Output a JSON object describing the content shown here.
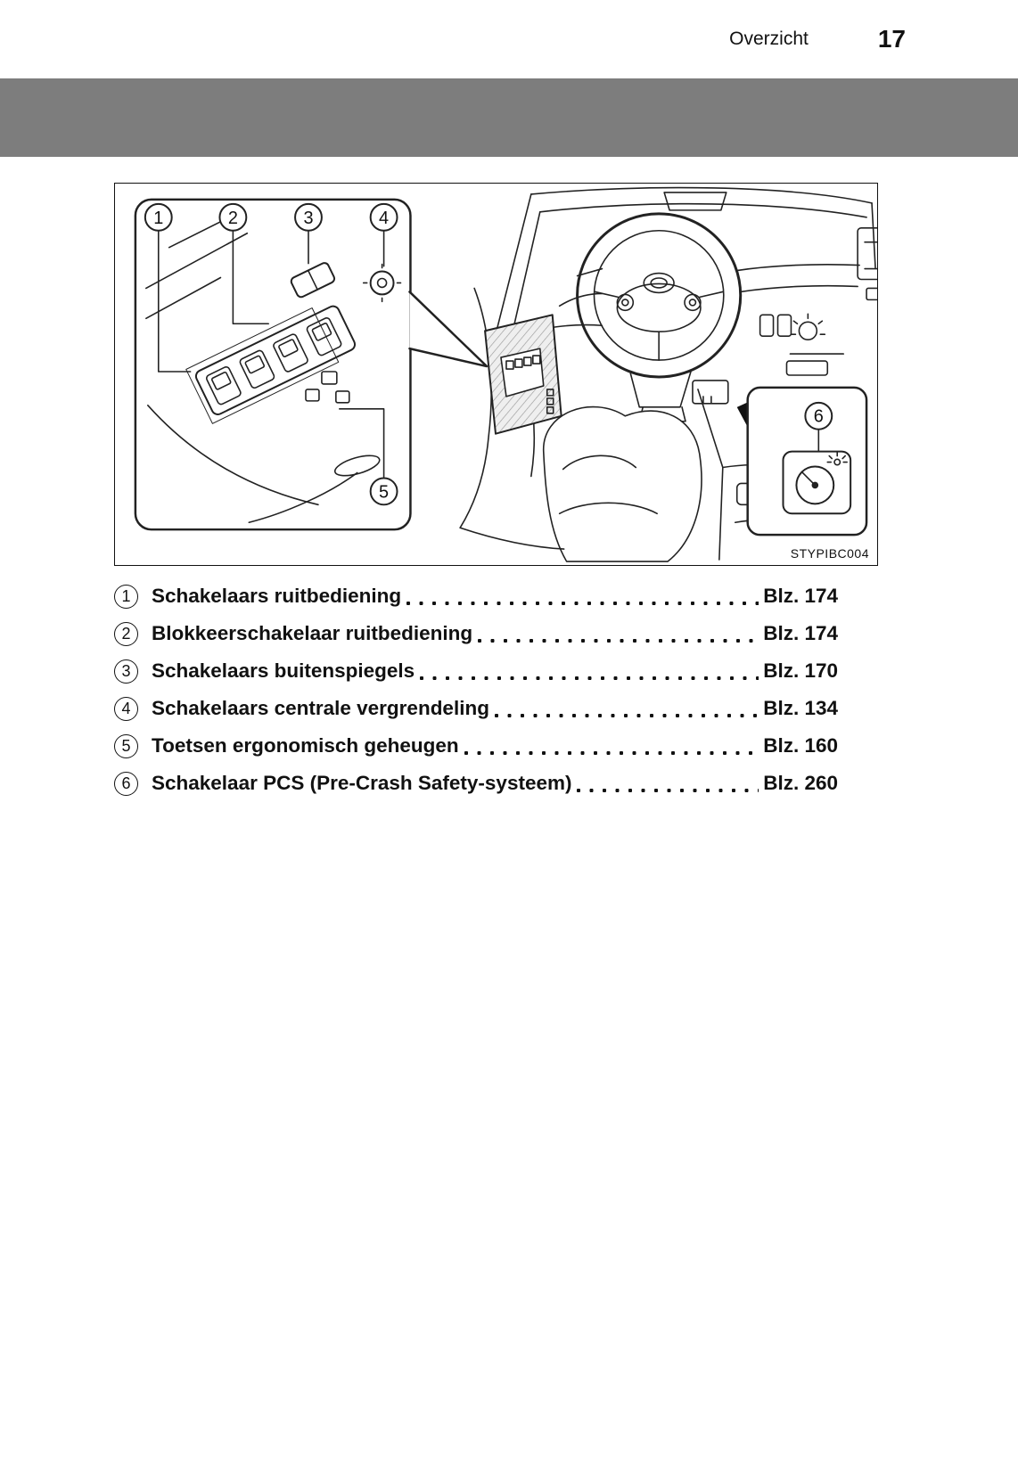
{
  "header": {
    "section_title": "Overzicht",
    "page_number": "17"
  },
  "figure": {
    "code": "STYPIBC004",
    "callouts": [
      "1",
      "2",
      "3",
      "4",
      "5",
      "6"
    ]
  },
  "legend": {
    "items": [
      {
        "num": "1",
        "label": "Schakelaars ruitbediening",
        "page": "Blz. 174"
      },
      {
        "num": "2",
        "label": "Blokkeerschakelaar ruitbediening",
        "page": "Blz. 174"
      },
      {
        "num": "3",
        "label": "Schakelaars buitenspiegels",
        "page": "Blz. 170"
      },
      {
        "num": "4",
        "label": "Schakelaars centrale vergrendeling",
        "page": "Blz. 134"
      },
      {
        "num": "5",
        "label": "Toetsen ergonomisch geheugen",
        "page": "Blz. 160"
      },
      {
        "num": "6",
        "label": "Schakelaar PCS (Pre-Crash Safety-systeem)",
        "page": "Blz. 260"
      }
    ]
  }
}
